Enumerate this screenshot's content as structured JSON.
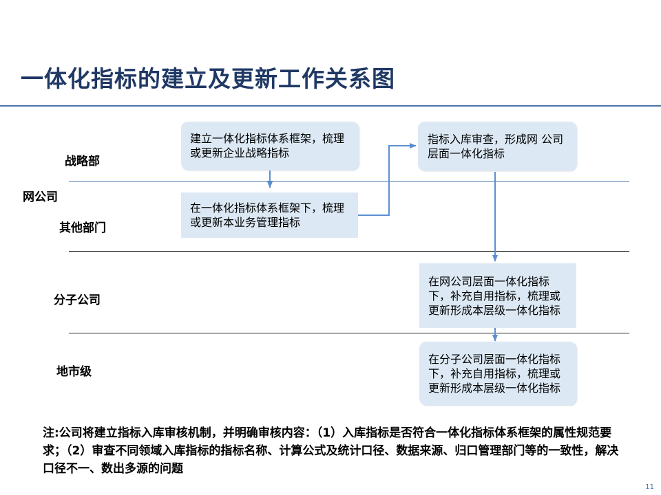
{
  "title": "一体化指标的建立及更新工作关系图",
  "row_labels": {
    "strategy": "战略部",
    "net_company": "网公司",
    "other_depts": "其他部门",
    "subsidiary": "分子公司",
    "city_level": "地市级"
  },
  "boxes": {
    "b1": "建立一体化指标体系框架，梳理或更新企业战略指标",
    "b2": "在一体化指标体系框架下，梳理或更新本业务管理指标",
    "b3": "指标入库审查，形成网 公司层面一体化指标",
    "b4": "在网公司层面一体化指标下，补充自用指标，梳理或更新形成本层级一体化指标",
    "b5": "在分子公司层面一体化指标下，补充自用指标，梳理或更新形成本层级一体化指标"
  },
  "note": "注:公司将建立指标入库审核机制，并明确审核内容：（1）入库指标是否符合一体化指标体系框架的属性规范要求；（2）审查不同领域入库指标的指标名称、计算公式及统计口径、数据来源、归口管理部门等的一致性，解决口径不一、数出多源的问题",
  "page_number": "11",
  "colors": {
    "title": "#1f3864",
    "accent": "#4a73a8",
    "box_fill": "#dce9f5",
    "arrow": "#5b8fd0"
  }
}
